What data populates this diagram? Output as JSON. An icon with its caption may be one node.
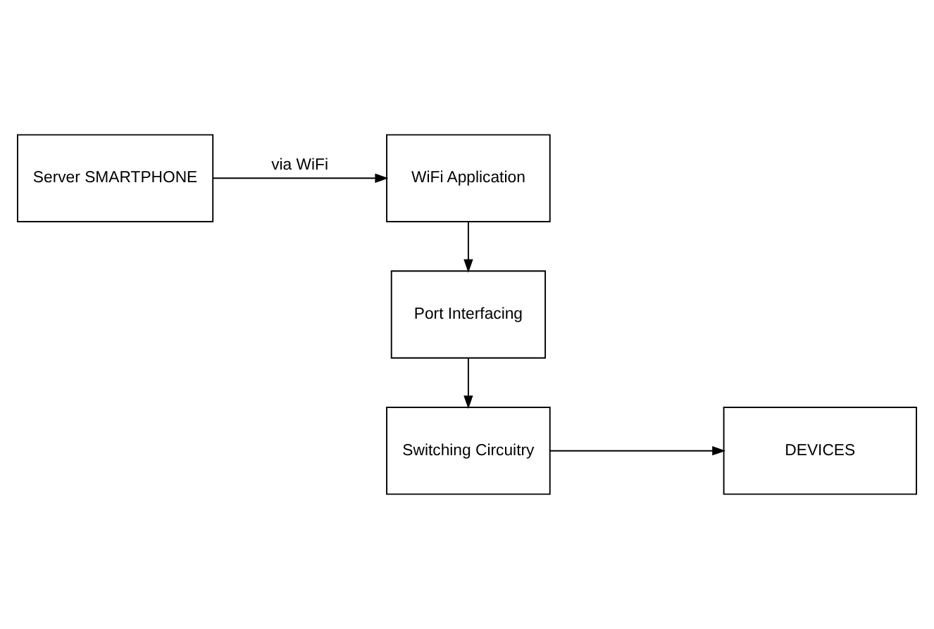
{
  "diagram": {
    "nodes": [
      {
        "text": [
          "Server SMARTPHONE"
        ]
      },
      {
        "text": [
          "WiFi Application"
        ]
      },
      {
        "text": [
          "Port Interfacing"
        ]
      },
      {
        "text": [
          "Switching Circuitry"
        ]
      },
      {
        "text": [
          "DEVICES"
        ]
      }
    ],
    "edges": [
      {
        "from": 0,
        "to": 1,
        "arrow": "to",
        "label": "via WiFi"
      },
      {
        "from": 1,
        "to": 2,
        "arrow": "to"
      },
      {
        "from": 2,
        "to": 3,
        "arrow": "to"
      },
      {
        "from": 3,
        "to": 4,
        "arrow": "to"
      }
    ]
  }
}
